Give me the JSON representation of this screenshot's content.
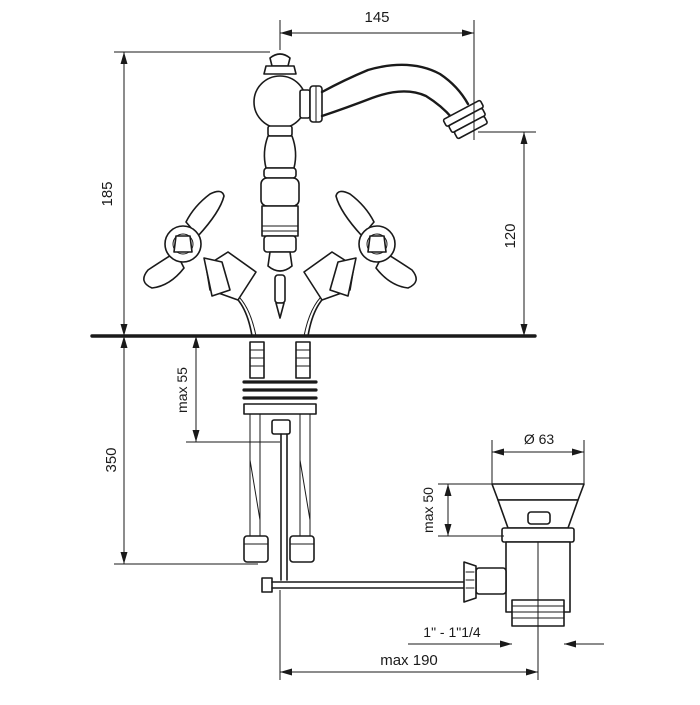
{
  "diagram": {
    "dimensions": {
      "width_spout": "145",
      "height_total": "185",
      "height_spout": "120",
      "below_counter": "350",
      "max_counter": "max 55",
      "drain_diameter": "Ø 63",
      "drain_max": "max 50",
      "thread": "1\" - 1\"1/4",
      "drain_distance": "max 190"
    }
  }
}
